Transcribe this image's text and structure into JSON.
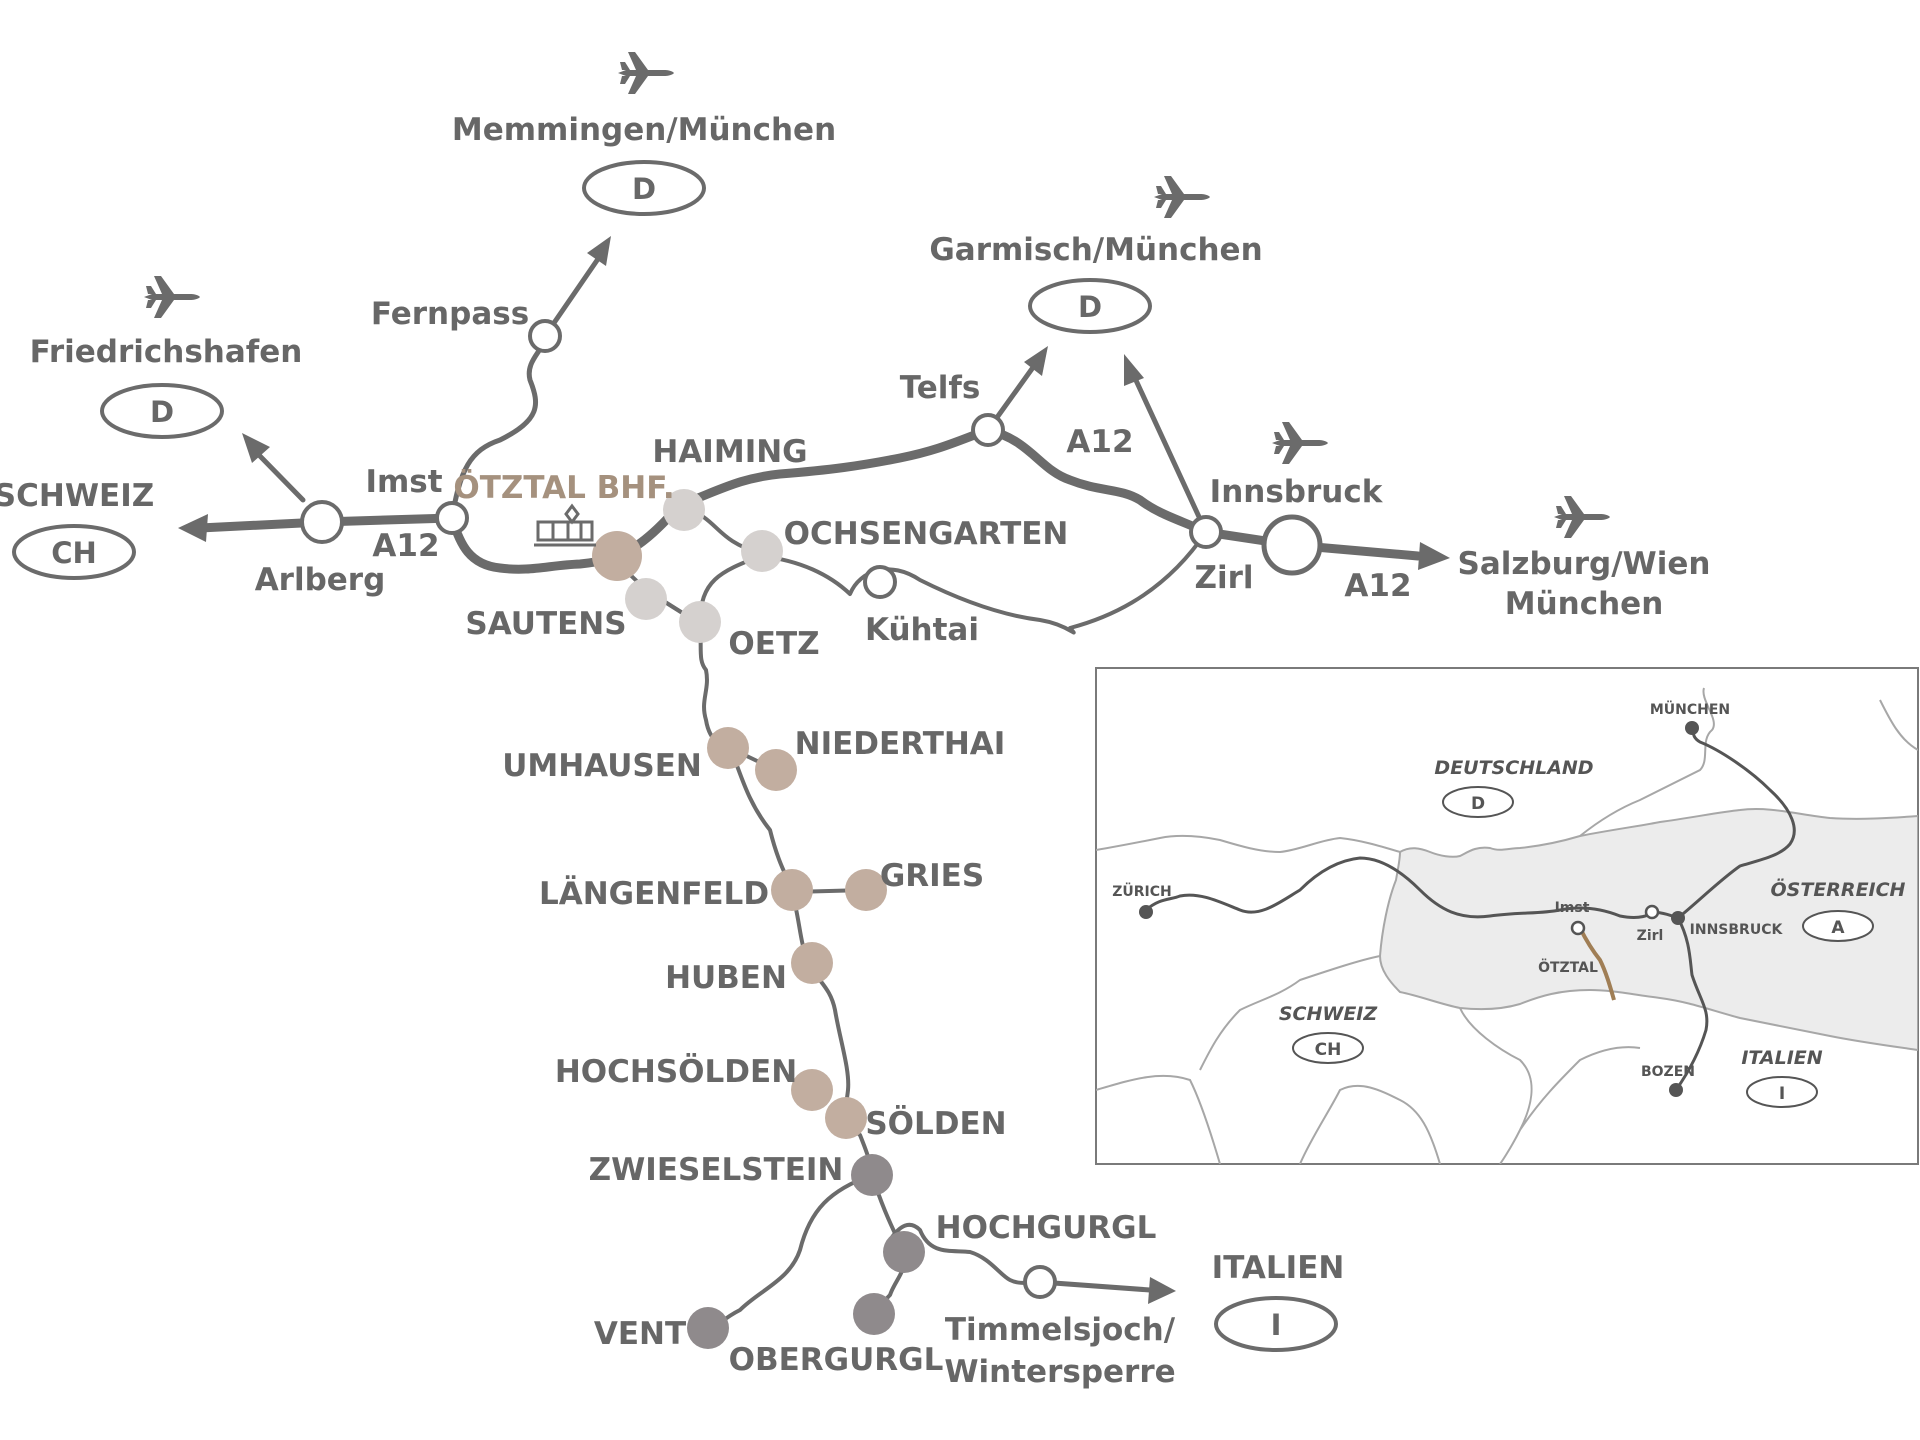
{
  "colors": {
    "road": "#6b6b6b",
    "text": "#676767",
    "text_bhf": "#a5917e",
    "place_light": "#d5d1cf",
    "place_mid": "#c2aea0",
    "place_dark": "#8f8a8c",
    "inset_fill": "#ececec",
    "ortztal_line": "#a07e55"
  },
  "icons": [
    "airplane-icon",
    "train-icon",
    "arrow-icon"
  ],
  "countries": {
    "schweiz": {
      "label": "SCHWEIZ",
      "code": "CH"
    },
    "friedrichshafen": {
      "label": "Friedrichshafen",
      "code": "D"
    },
    "memmingen": {
      "label": "Memmingen/München",
      "code": "D"
    },
    "garmisch": {
      "label": "Garmisch/München",
      "code": "D"
    },
    "salzburg": {
      "label1": "Salzburg/Wien",
      "label2": "München"
    },
    "italien": {
      "label": "ITALIEN",
      "code": "I"
    }
  },
  "junctions": {
    "arlberg": "Arlberg",
    "imst": "Imst",
    "fernpass": "Fernpass",
    "telfs": "Telfs",
    "zirl": "Zirl",
    "innsbruck": "Innsbruck",
    "kuehtai": "Kühtai",
    "timmelsjoch1": "Timmelsjoch/",
    "timmelsjoch2": "Wintersperre"
  },
  "highway": {
    "a12_1": "A12",
    "a12_2": "A12",
    "a12_3": "A12"
  },
  "stations": {
    "oetztal_bhf": "ÖTZTAL BHF."
  },
  "places": {
    "haiming": "HAIMING",
    "ochsengarten": "OCHSENGARTEN",
    "sautens": "SAUTENS",
    "oetz": "OETZ",
    "umhausen": "UMHAUSEN",
    "niederthai": "NIEDERTHAI",
    "laengenfeld": "LÄNGENFELD",
    "gries": "GRIES",
    "huben": "HUBEN",
    "hochsoelden": "HOCHSÖLDEN",
    "soelden": "SÖLDEN",
    "zwieselstein": "ZWIESELSTEIN",
    "hochgurgl": "HOCHGURGL",
    "vent": "VENT",
    "obergurgl": "OBERGURGL"
  },
  "inset": {
    "deutschland": "DEUTSCHLAND",
    "deutschland_code": "D",
    "muenchen": "MÜNCHEN",
    "zuerich": "ZÜRICH",
    "imst": "Imst",
    "zirl": "Zirl",
    "innsbruck": "INNSBRUCK",
    "oesterreich": "ÖSTERREICH",
    "oesterreich_code": "A",
    "oetztal": "ÖTZTAL",
    "schweiz": "SCHWEIZ",
    "schweiz_code": "CH",
    "italien": "ITALIEN",
    "italien_code": "I",
    "bozen": "BOZEN"
  }
}
